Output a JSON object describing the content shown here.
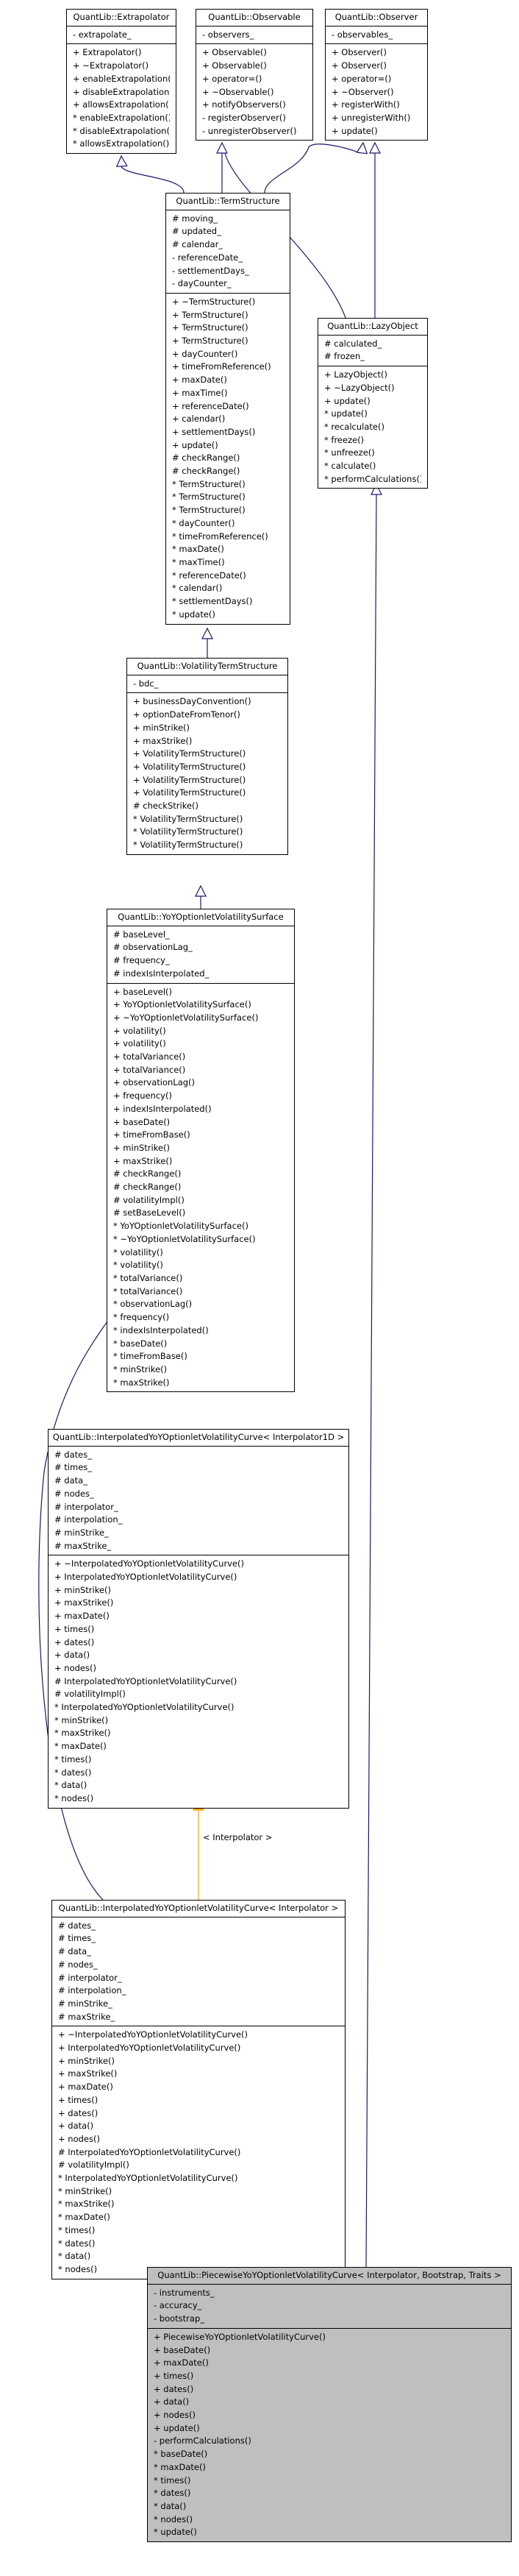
{
  "classes": {
    "extrapolator": {
      "name": "QuantLib::Extrapolator",
      "attributes": [
        "- extrapolate_"
      ],
      "operations": [
        "+ Extrapolator()",
        "+ ~Extrapolator()",
        "+ enableExtrapolation()",
        "+ disableExtrapolation()",
        "+ allowsExtrapolation()",
        "* enableExtrapolation()",
        "* disableExtrapolation()",
        "* allowsExtrapolation()"
      ]
    },
    "observable": {
      "name": "QuantLib::Observable",
      "attributes": [
        "- observers_"
      ],
      "operations": [
        "+ Observable()",
        "+ Observable()",
        "+ operator=()",
        "+ ~Observable()",
        "+ notifyObservers()",
        "- registerObserver()",
        "- unregisterObserver()"
      ]
    },
    "observer": {
      "name": "QuantLib::Observer",
      "attributes": [
        "- observables_"
      ],
      "operations": [
        "+ Observer()",
        "+ Observer()",
        "+ operator=()",
        "+ ~Observer()",
        "+ registerWith()",
        "+ unregisterWith()",
        "+ update()"
      ]
    },
    "termstructure": {
      "name": "QuantLib::TermStructure",
      "attributes": [
        "# moving_",
        "# updated_",
        "# calendar_",
        "- referenceDate_",
        "- settlementDays_",
        "- dayCounter_"
      ],
      "operations": [
        "+ ~TermStructure()",
        "+ TermStructure()",
        "+ TermStructure()",
        "+ TermStructure()",
        "+ dayCounter()",
        "+ timeFromReference()",
        "+ maxDate()",
        "+ maxTime()",
        "+ referenceDate()",
        "+ calendar()",
        "+ settlementDays()",
        "+ update()",
        "# checkRange()",
        "# checkRange()",
        "* TermStructure()",
        "* TermStructure()",
        "* TermStructure()",
        "* dayCounter()",
        "* timeFromReference()",
        "* maxDate()",
        "* maxTime()",
        "* referenceDate()",
        "* calendar()",
        "* settlementDays()",
        "* update()"
      ]
    },
    "lazyobject": {
      "name": "QuantLib::LazyObject",
      "attributes": [
        "# calculated_",
        "# frozen_"
      ],
      "operations": [
        "+ LazyObject()",
        "+ ~LazyObject()",
        "+ update()",
        "* update()",
        "* recalculate()",
        "* freeze()",
        "* unfreeze()",
        "* calculate()",
        "* performCalculations()"
      ]
    },
    "voltermstructure": {
      "name": "QuantLib::VolatilityTermStructure",
      "attributes": [
        "- bdc_"
      ],
      "operations": [
        "+ businessDayConvention()",
        "+ optionDateFromTenor()",
        "+ minStrike()",
        "+ maxStrike()",
        "+ VolatilityTermStructure()",
        "+ VolatilityTermStructure()",
        "+ VolatilityTermStructure()",
        "+ VolatilityTermStructure()",
        "# checkStrike()",
        "* VolatilityTermStructure()",
        "* VolatilityTermStructure()",
        "* VolatilityTermStructure()"
      ]
    },
    "yoysurface": {
      "name": "QuantLib::YoYOptionletVolatilitySurface",
      "attributes": [
        "# baseLevel_",
        "# observationLag_",
        "# frequency_",
        "# indexIsInterpolated_"
      ],
      "operations": [
        "+ baseLevel()",
        "+ YoYOptionletVolatilitySurface()",
        "+ ~YoYOptionletVolatilitySurface()",
        "+ volatility()",
        "+ volatility()",
        "+ totalVariance()",
        "+ totalVariance()",
        "+ observationLag()",
        "+ frequency()",
        "+ indexIsInterpolated()",
        "+ baseDate()",
        "+ timeFromBase()",
        "+ minStrike()",
        "+ maxStrike()",
        "# checkRange()",
        "# checkRange()",
        "# volatilityImpl()",
        "# setBaseLevel()",
        "* YoYOptionletVolatilitySurface()",
        "* ~YoYOptionletVolatilitySurface()",
        "* volatility()",
        "* volatility()",
        "* totalVariance()",
        "* totalVariance()",
        "* observationLag()",
        "* frequency()",
        "* indexIsInterpolated()",
        "* baseDate()",
        "* timeFromBase()",
        "* minStrike()",
        "* maxStrike()"
      ]
    },
    "interp1d": {
      "name": "QuantLib::InterpolatedYoYOptionletVolatilityCurve< Interpolator1D >",
      "attributes": [
        "# dates_",
        "# times_",
        "# data_",
        "# nodes_",
        "# interpolator_",
        "# interpolation_",
        "# minStrike_",
        "# maxStrike_"
      ],
      "operations": [
        "+ ~InterpolatedYoYOptionletVolatilityCurve()",
        "+ InterpolatedYoYOptionletVolatilityCurve()",
        "+ minStrike()",
        "+ maxStrike()",
        "+ maxDate()",
        "+ times()",
        "+ dates()",
        "+ data()",
        "+ nodes()",
        "# InterpolatedYoYOptionletVolatilityCurve()",
        "# volatilityImpl()",
        "* InterpolatedYoYOptionletVolatilityCurve()",
        "* minStrike()",
        "* maxStrike()",
        "* maxDate()",
        "* times()",
        "* dates()",
        "* data()",
        "* nodes()"
      ]
    },
    "interpinst": {
      "name": "QuantLib::InterpolatedYoYOptionletVolatilityCurve< Interpolator >",
      "attributes": [
        "# dates_",
        "# times_",
        "# data_",
        "# nodes_",
        "# interpolator_",
        "# interpolation_",
        "# minStrike_",
        "# maxStrike_"
      ],
      "operations": [
        "+ ~InterpolatedYoYOptionletVolatilityCurve()",
        "+ InterpolatedYoYOptionletVolatilityCurve()",
        "+ minStrike()",
        "+ maxStrike()",
        "+ maxDate()",
        "+ times()",
        "+ dates()",
        "+ data()",
        "+ nodes()",
        "# InterpolatedYoYOptionletVolatilityCurve()",
        "# volatilityImpl()",
        "* InterpolatedYoYOptionletVolatilityCurve()",
        "* minStrike()",
        "* maxStrike()",
        "* maxDate()",
        "* times()",
        "* dates()",
        "* data()",
        "* nodes()"
      ]
    },
    "piecewise": {
      "name": "QuantLib::PiecewiseYoYOptionletVolatilityCurve< Interpolator, Bootstrap, Traits >",
      "attributes": [
        "- instruments_",
        "- accuracy_",
        "- bootstrap_"
      ],
      "operations": [
        "+ PiecewiseYoYOptionletVolatilityCurve()",
        "+ baseDate()",
        "+ maxDate()",
        "+ times()",
        "+ dates()",
        "+ data()",
        "+ nodes()",
        "+ update()",
        "- performCalculations()",
        "* baseDate()",
        "* maxDate()",
        "* times()",
        "* dates()",
        "* data()",
        "* nodes()",
        "* update()"
      ]
    }
  },
  "template_label": "< Interpolator >",
  "colors": {
    "inheritance": "#191970",
    "template_instantiation": "#ffa500",
    "highlight_fill": "#bfbfbf"
  }
}
